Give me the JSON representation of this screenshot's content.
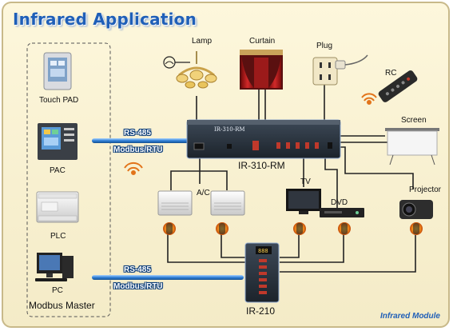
{
  "title": "Infrared Application",
  "footer": "Infrared Module",
  "appliances": {
    "lamp": "Lamp",
    "curtain": "Curtain",
    "plug": "Plug",
    "rc": "RC",
    "screen": "Screen",
    "ac": "A/C",
    "tv": "TV",
    "dvd": "DVD",
    "projector": "Projector"
  },
  "devices": {
    "touch_pad": "Touch PAD",
    "pac": "PAC",
    "plc": "PLC",
    "pc": "PC",
    "master_group": "Modbus Master",
    "main_controller": "IR-310-RM",
    "main_controller_plate": "IR-310-RM",
    "ir_module": "IR-210"
  },
  "buses": {
    "upper": {
      "protocol": "RS-485",
      "mode": "Modbus/RTU"
    },
    "lower": {
      "protocol": "RS-485",
      "mode": "Modbus/RTU"
    }
  },
  "colors": {
    "title": "#1f5fb8",
    "background": "#fbf4d6",
    "cable_blue": "#2f7fd8",
    "ir_signal": "#e2741a",
    "controller": "#2a3440"
  }
}
